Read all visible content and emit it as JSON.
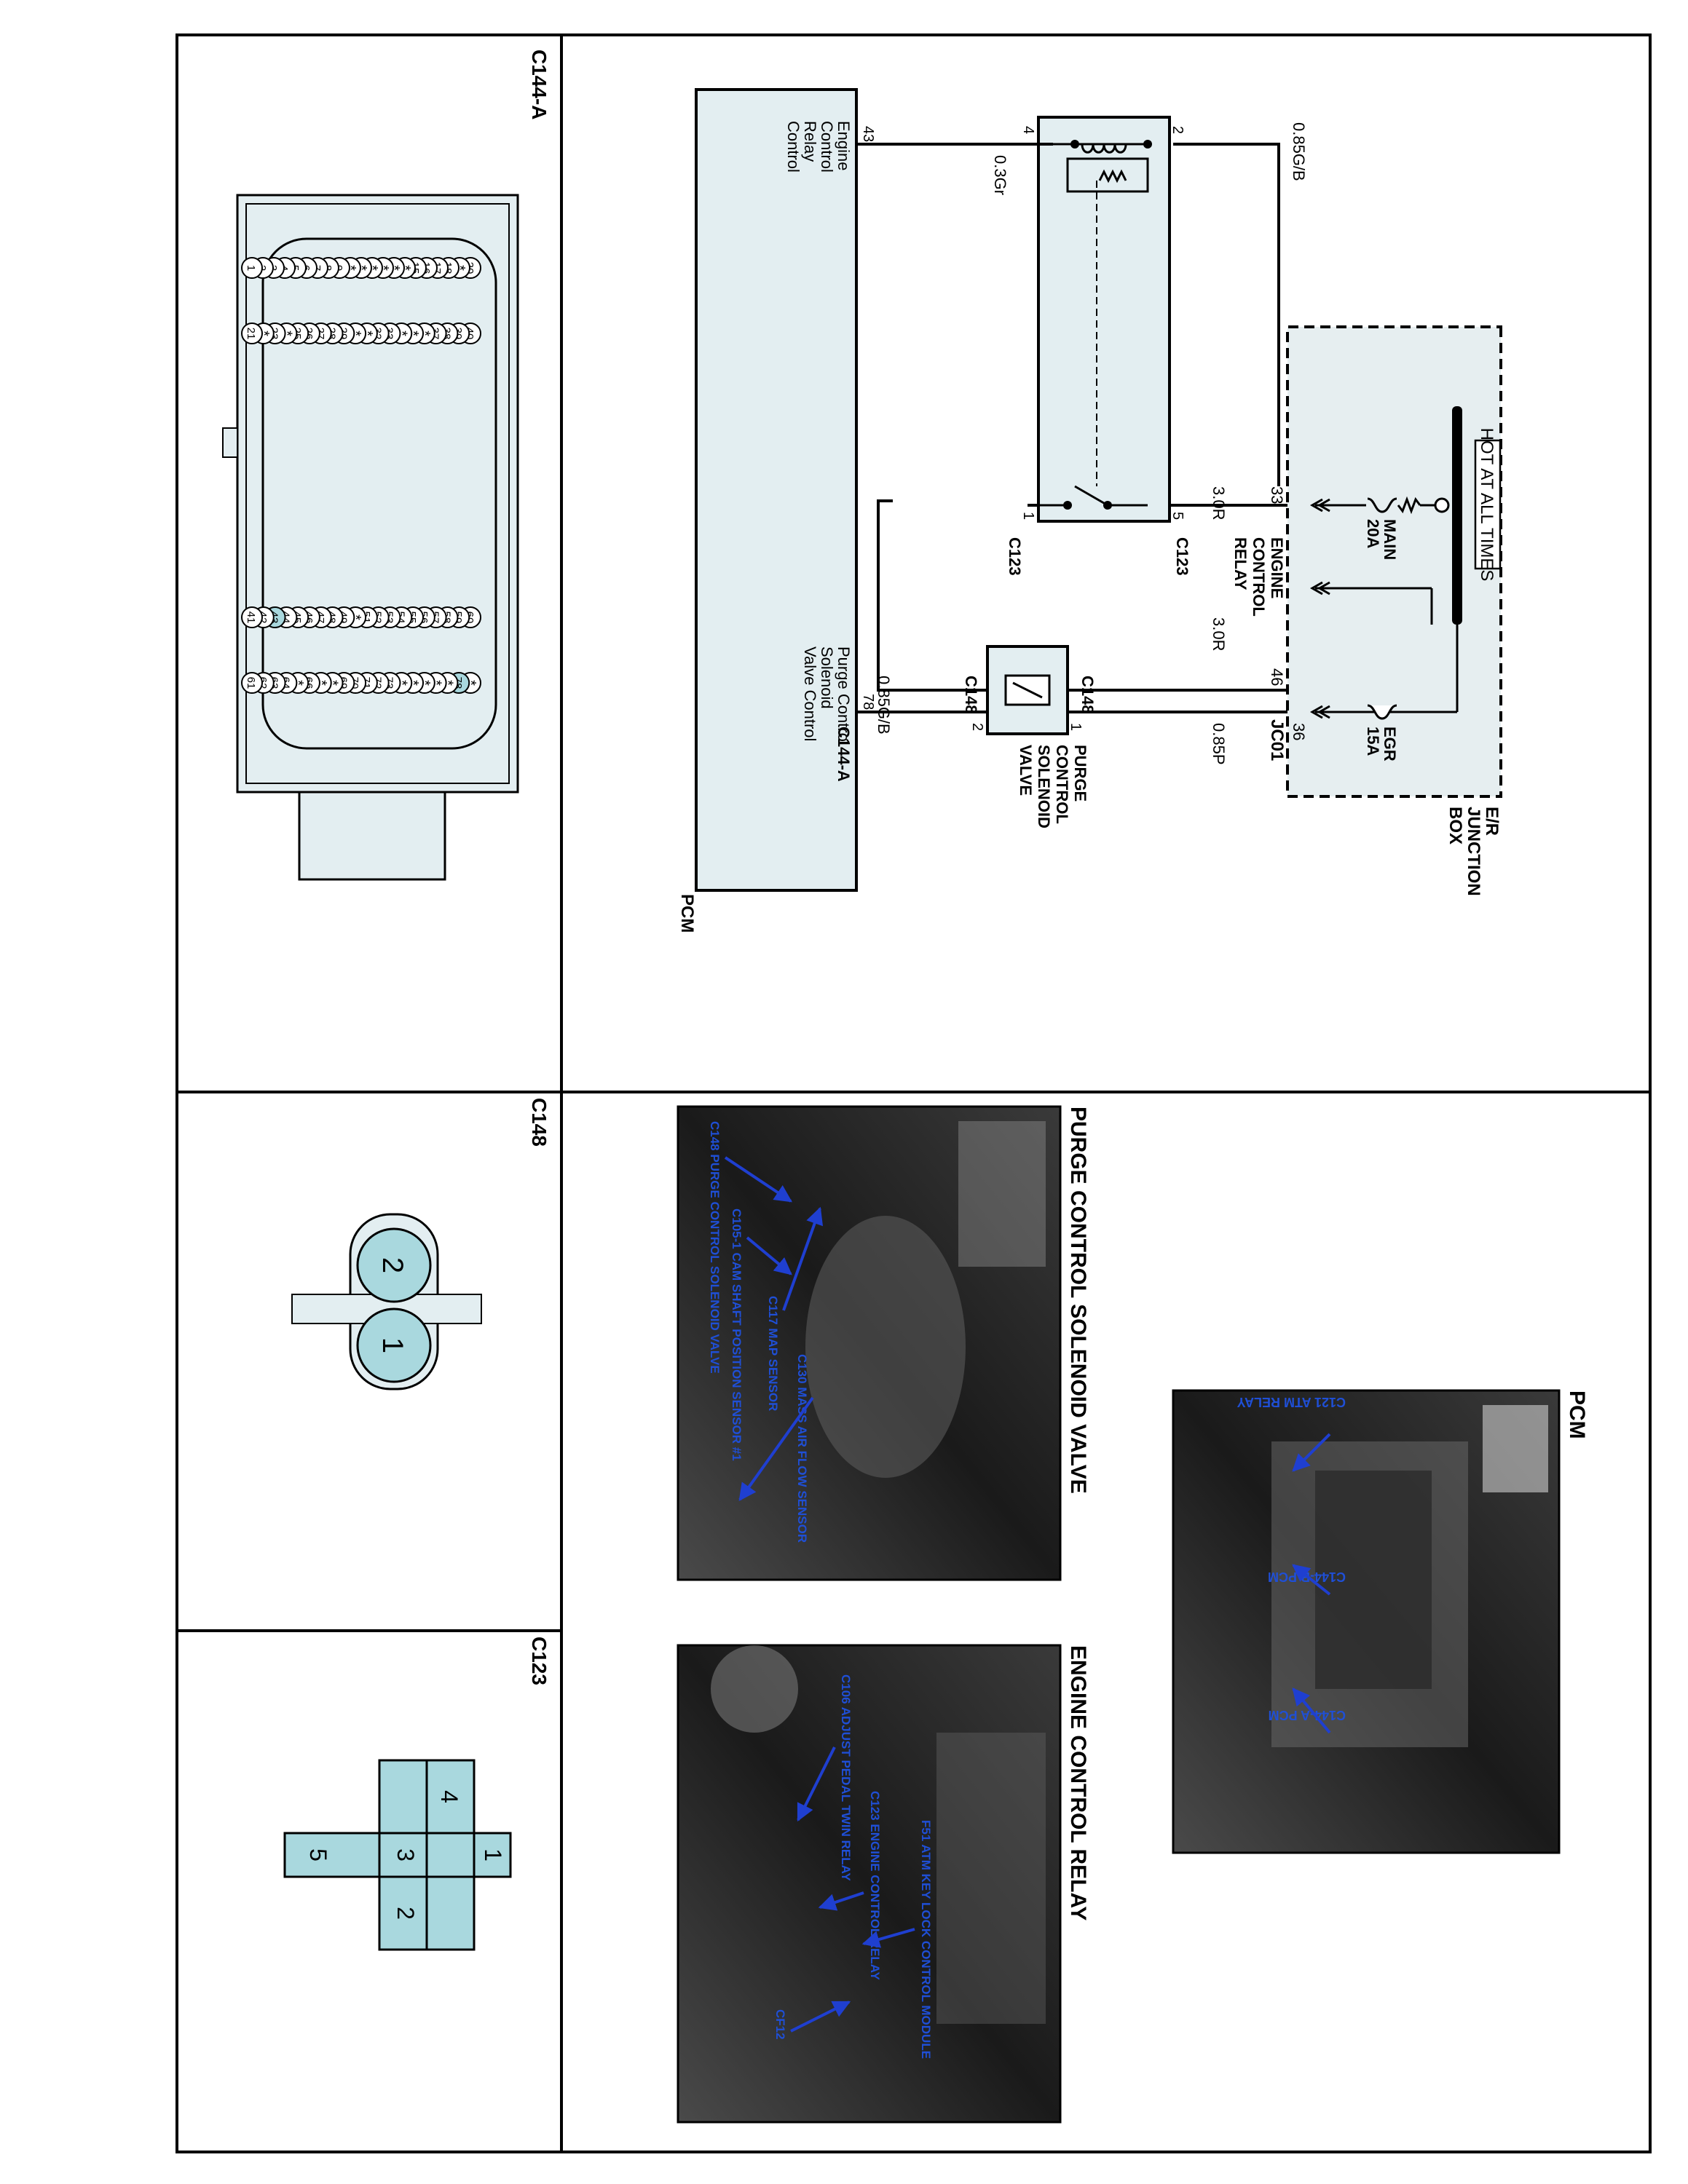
{
  "schematic": {
    "hot_at_all_times": "HOT AT ALL TIMES",
    "junction_box": {
      "name1": "E/R",
      "name2": "JUNCTION",
      "name3": "BOX",
      "connector": "JC01"
    },
    "fuses": [
      {
        "name": "MAIN",
        "rating": "20A"
      },
      {
        "name": "EGR",
        "rating": "15A"
      }
    ],
    "jb_pins": [
      "33",
      "46",
      "36"
    ],
    "wires": {
      "relay_pin2": "0.85G/B",
      "relay_pin5": "3.0R",
      "relay_pin1": "3.0R",
      "relay_pin4": "0.3Gr",
      "valve_pin1": "0.85P",
      "valve_pin2": "0.85G/B"
    },
    "relay": {
      "line1": "ENGINE",
      "line2": "CONTROL",
      "line3": "RELAY",
      "connector": "C123",
      "pins": [
        "2",
        "4",
        "5",
        "1"
      ]
    },
    "valve": {
      "line1": "PURGE",
      "line2": "CONTROL",
      "line3": "SOLENOID",
      "line4": "VALVE",
      "connector": "C148",
      "pins": [
        "1",
        "2"
      ]
    },
    "pcm": {
      "name": "PCM",
      "connector": "C144-A",
      "pin43": "43",
      "pin78": "78",
      "label43": [
        "Engine",
        "Control",
        "Relay",
        "Control"
      ],
      "label78": [
        "Purge Control",
        "Solenoid",
        "Valve Control"
      ]
    }
  },
  "photos": {
    "pcm": {
      "title": "PCM",
      "labels": [
        "C121 ATM RELAY",
        "C144-B PCM",
        "C144-A PCM"
      ]
    },
    "purge": {
      "title": "PURGE CONTROL SOLENOID VALVE",
      "labels": [
        "C148 PURGE CONTROL SOLENOID VALVE",
        "C105-1 CAM SHAFT POSITION SENSOR #1",
        "C117 MAP SENSOR",
        "C130 MASS AIR FLOW SENSOR"
      ]
    },
    "relay": {
      "title": "ENGINE CONTROL RELAY",
      "labels": [
        "F51 ATM KEY LOCK CONTROL MODULE",
        "C123 ENGINE CONTROL RELAY",
        "C106 ADJUST PEDAL TWIN RELAY",
        "CF12"
      ]
    }
  },
  "connectors": {
    "c144a": {
      "title": "C144-A",
      "cols": [
        [
          "20",
          "*",
          "18",
          "17",
          "16",
          "15",
          "*",
          "*",
          "*",
          "*",
          "*",
          "*",
          "9",
          "8",
          "7",
          "6",
          "5",
          "4",
          "3",
          "2",
          "1"
        ],
        [
          "40",
          "39",
          "38",
          "37",
          "*",
          "*",
          "*",
          "33",
          "32",
          "*",
          "*",
          "29",
          "28",
          "27",
          "26",
          "25",
          "*",
          "23",
          "*",
          "21"
        ],
        [
          "60",
          "59",
          "58",
          "57",
          "56",
          "55",
          "54",
          "53",
          "52",
          "51",
          "*",
          "49",
          "48",
          "47",
          "46",
          "45",
          "44",
          "43",
          "42",
          "41"
        ],
        [
          "*",
          "78",
          "*",
          "*",
          "*",
          "*",
          "*",
          "73",
          "72",
          "71",
          "70",
          "69",
          "*",
          "*",
          "66",
          "*",
          "64",
          "63",
          "62",
          "61"
        ]
      ]
    },
    "c148": {
      "title": "C148",
      "pins": [
        "2",
        "1"
      ]
    },
    "c123": {
      "title": "C123",
      "pins": [
        "4",
        "1",
        "3",
        "5",
        "2"
      ]
    }
  },
  "colors": {
    "connector_fill": "#a9d8de",
    "light_fill": "#e3eef1",
    "label_blue": "#1f4fd6",
    "line": "#000000"
  }
}
